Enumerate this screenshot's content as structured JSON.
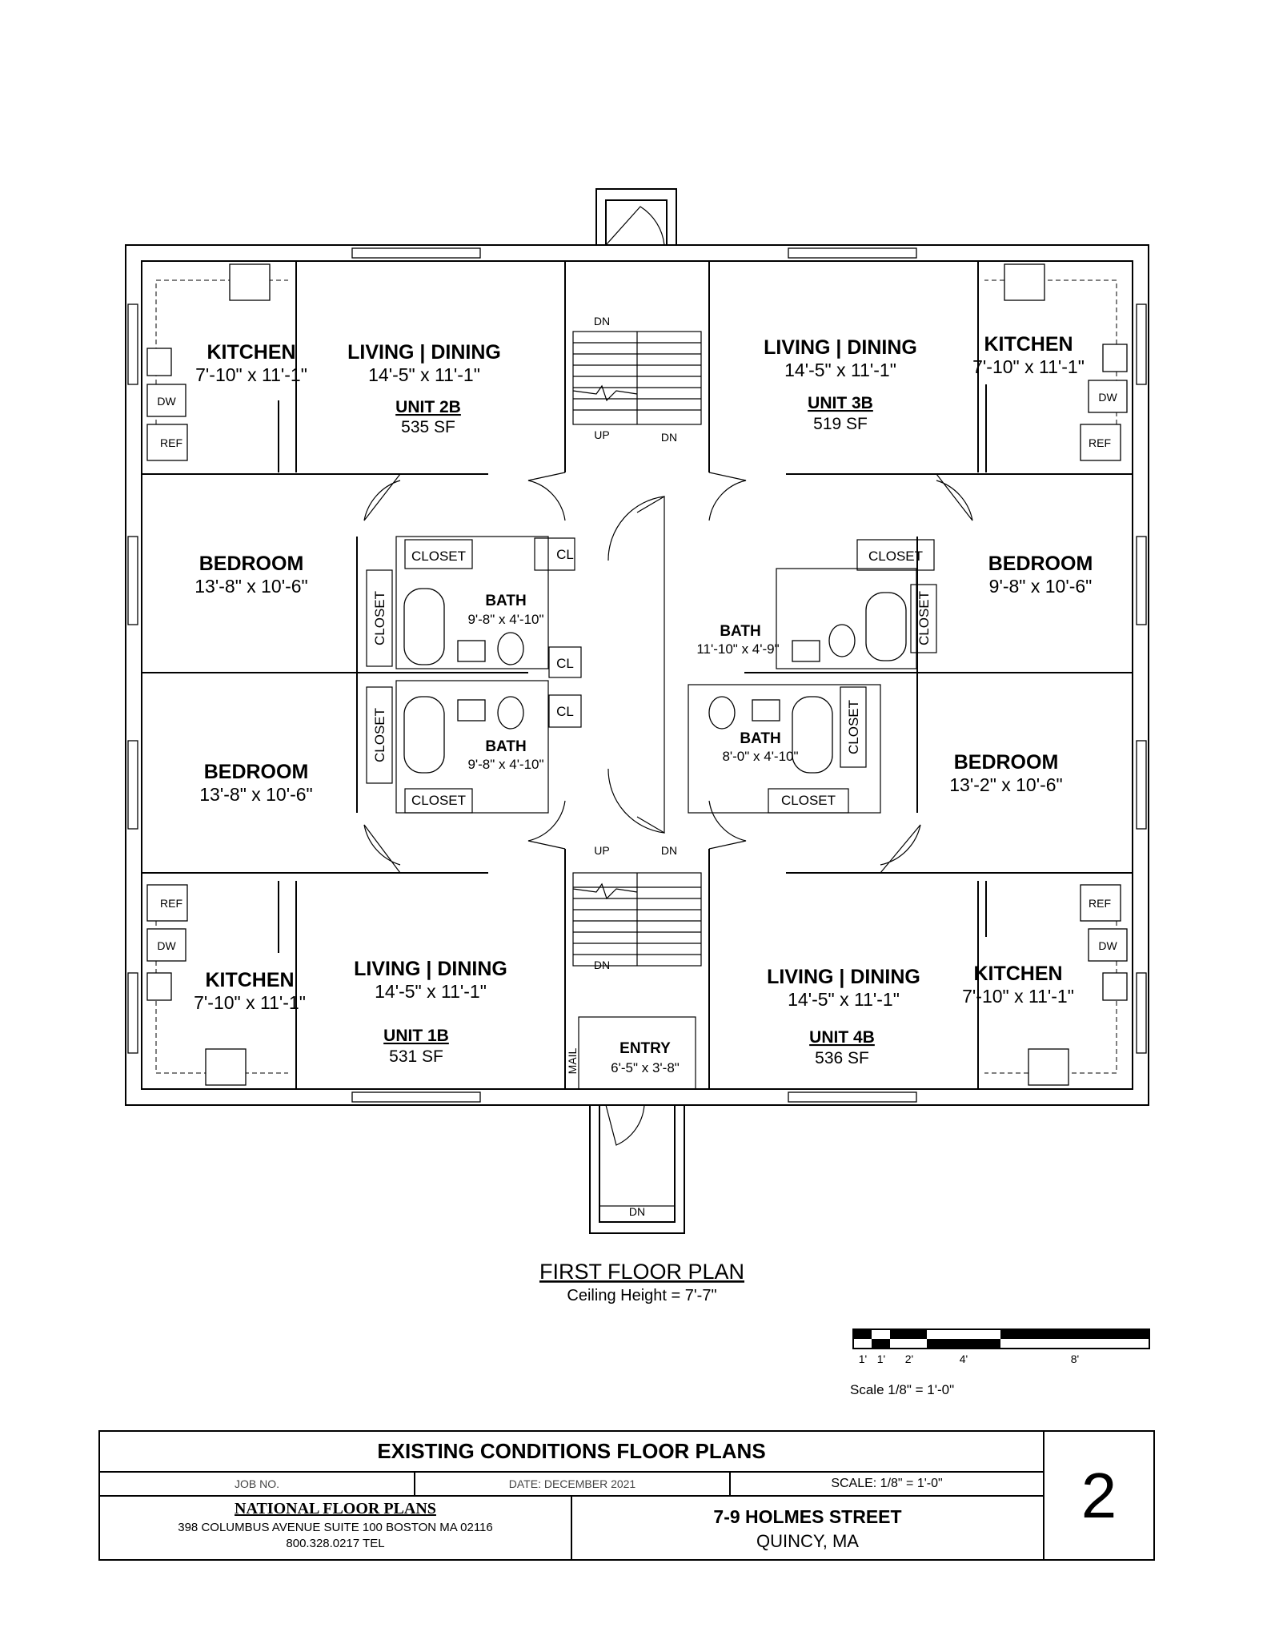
{
  "units": [
    {
      "id": "2B",
      "unit_label": "UNIT 2B",
      "area": "535 SF",
      "kitchen": {
        "name": "KITCHEN",
        "dims": "7'-10\" x 11'-1\""
      },
      "living": {
        "name": "LIVING | DINING",
        "dims": "14'-5\" x 11'-1\""
      },
      "bedroom": {
        "name": "BEDROOM",
        "dims": "13'-8\" x 10'-6\""
      },
      "bath": {
        "name": "BATH",
        "dims": "9'-8\" x 4'-10\""
      }
    },
    {
      "id": "3B",
      "unit_label": "UNIT 3B",
      "area": "519 SF",
      "kitchen": {
        "name": "KITCHEN",
        "dims": "7'-10\" x 11'-1\""
      },
      "living": {
        "name": "LIVING | DINING",
        "dims": "14'-5\" x 11'-1\""
      },
      "bedroom": {
        "name": "BEDROOM",
        "dims": "9'-8\" x 10'-6\""
      },
      "bath": {
        "name": "BATH",
        "dims": "11'-10\" x 4'-9\""
      }
    },
    {
      "id": "1B",
      "unit_label": "UNIT 1B",
      "area": "531 SF",
      "kitchen": {
        "name": "KITCHEN",
        "dims": "7'-10\" x 11'-1\""
      },
      "living": {
        "name": "LIVING | DINING",
        "dims": "14'-5\" x 11'-1\""
      },
      "bedroom": {
        "name": "BEDROOM",
        "dims": "13'-8\" x 10'-6\""
      },
      "bath": {
        "name": "BATH",
        "dims": "9'-8\" x 4'-10\""
      }
    },
    {
      "id": "4B",
      "unit_label": "UNIT 4B",
      "area": "536 SF",
      "kitchen": {
        "name": "KITCHEN",
        "dims": "7'-10\" x 11'-1\""
      },
      "living": {
        "name": "LIVING | DINING",
        "dims": "14'-5\" x 11'-1\""
      },
      "bedroom": {
        "name": "BEDROOM",
        "dims": "13'-2\" x 10'-6\""
      },
      "bath": {
        "name": "BATH",
        "dims": "8'-0\" x 4'-10\""
      }
    }
  ],
  "labels": {
    "closet": "CLOSET",
    "cl": "CL",
    "up": "UP",
    "dn": "DN",
    "dw": "DW",
    "ref": "REF",
    "mail": "MAIL"
  },
  "entry": {
    "name": "ENTRY",
    "dims": "6'-5\" x 3'-8\""
  },
  "plan": {
    "title": "FIRST FLOOR PLAN",
    "ceiling": "Ceiling Height = 7'-7\""
  },
  "scale_bar": {
    "ticks": [
      "1'",
      "1'",
      "2'",
      "4'",
      "8'"
    ],
    "caption": "Scale  1/8\" = 1'-0\""
  },
  "title_block": {
    "title": "EXISTING CONDITIONS FLOOR PLANS",
    "job": "JOB NO.",
    "date": "DATE: DECEMBER 2021",
    "scale": "SCALE: 1/8\" = 1'-0\"",
    "company": "NATIONAL FLOOR PLANS",
    "company_address": "398 COLUMBUS AVENUE SUITE 100 BOSTON MA 02116",
    "company_phone": "800.328.0217 TEL",
    "street": "7-9 HOLMES STREET",
    "city": "QUINCY, MA",
    "sheet": "2"
  }
}
